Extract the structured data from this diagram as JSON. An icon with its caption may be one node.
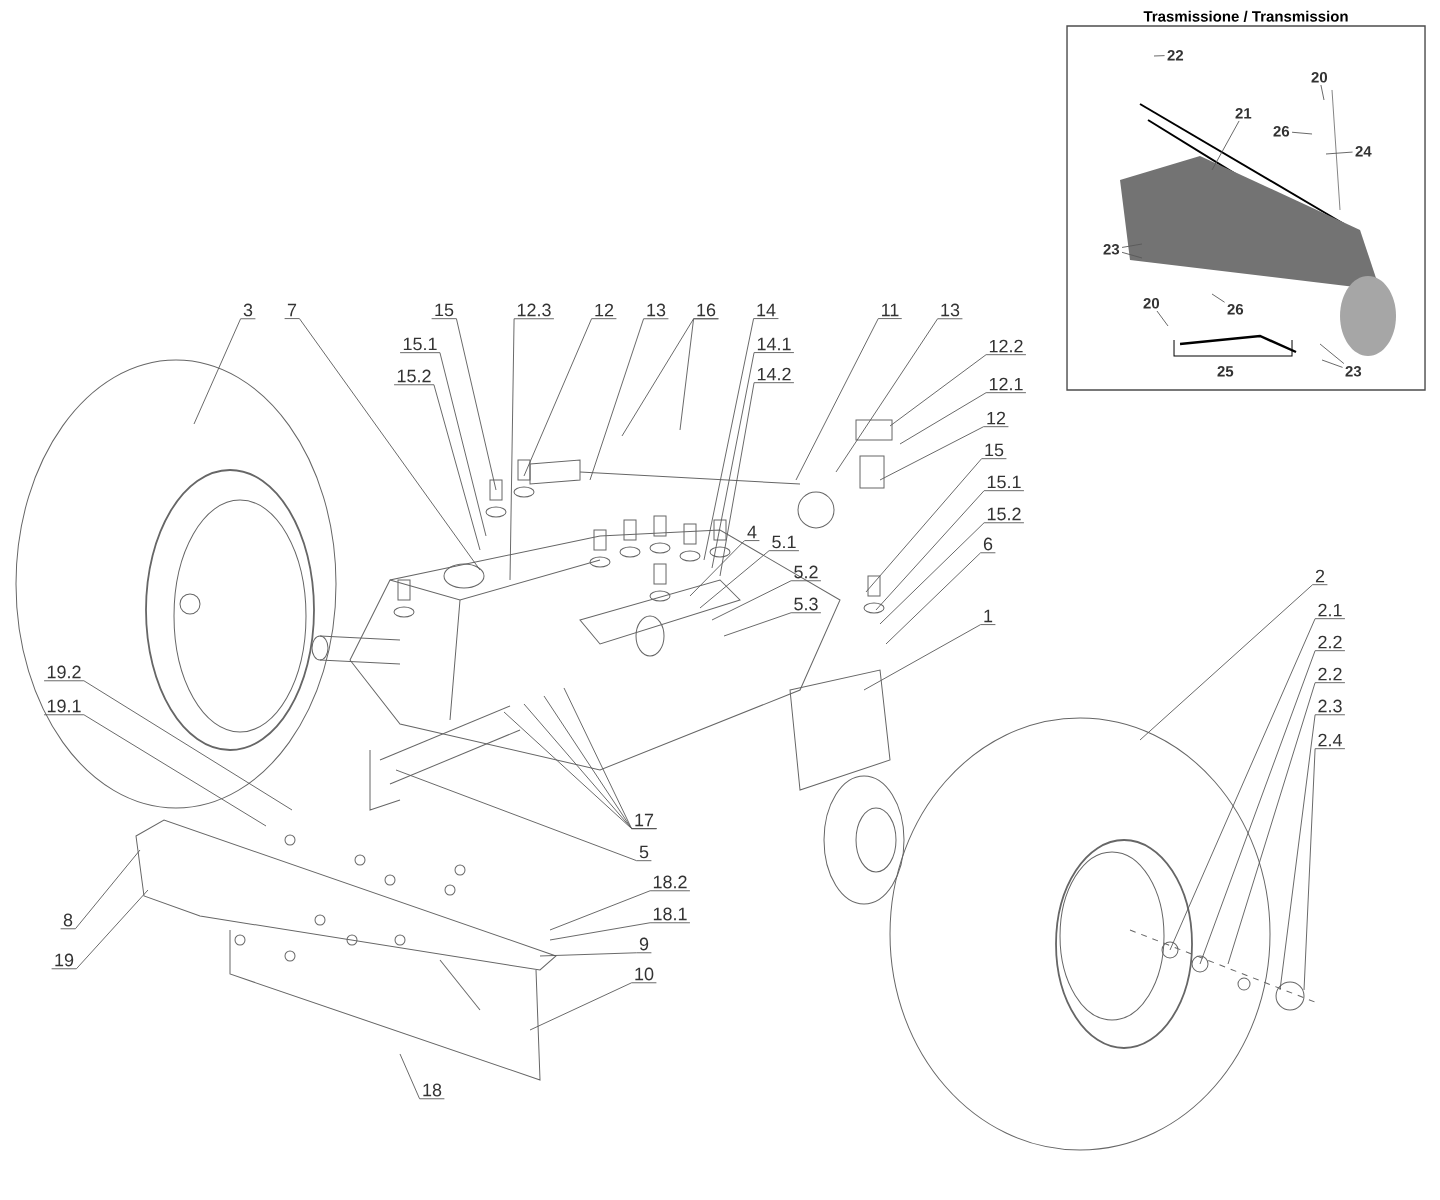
{
  "diagram": {
    "nodes": [
      {
        "text": [
          "Trasmissione / Transmission"
        ]
      },
      {
        "text": [
          "22"
        ],
        "in": 0
      },
      {
        "text": [
          "20"
        ],
        "in": 0
      },
      {
        "text": [
          "21"
        ],
        "in": 0
      },
      {
        "text": [
          "26"
        ],
        "in": 0
      },
      {
        "text": [
          "24"
        ],
        "in": 0
      },
      {
        "text": [
          "23"
        ],
        "in": 0
      },
      {
        "text": [
          "20"
        ],
        "in": 0
      },
      {
        "text": [
          "26"
        ],
        "in": 0
      },
      {
        "text": [
          "25"
        ],
        "in": 0
      },
      {
        "text": [
          "23"
        ],
        "in": 0
      },
      {
        "text": [
          "3"
        ]
      },
      {
        "text": [
          "7"
        ]
      },
      {
        "text": [
          "15"
        ]
      },
      {
        "text": [
          "12.3"
        ]
      },
      {
        "text": [
          "12"
        ]
      },
      {
        "text": [
          "13"
        ]
      },
      {
        "text": [
          "16"
        ]
      },
      {
        "text": [
          "14"
        ]
      },
      {
        "text": [
          "11"
        ]
      },
      {
        "text": [
          "13"
        ]
      },
      {
        "text": [
          "15.1"
        ]
      },
      {
        "text": [
          "14.1"
        ]
      },
      {
        "text": [
          "12.2"
        ]
      },
      {
        "text": [
          "15.2"
        ]
      },
      {
        "text": [
          "14.2"
        ]
      },
      {
        "text": [
          "12.1"
        ]
      },
      {
        "text": [
          "12"
        ]
      },
      {
        "text": [
          "15"
        ]
      },
      {
        "text": [
          "15.1"
        ]
      },
      {
        "text": [
          "15.2"
        ]
      },
      {
        "text": [
          "4"
        ]
      },
      {
        "text": [
          "5.1"
        ]
      },
      {
        "text": [
          "6"
        ]
      },
      {
        "text": [
          "5.2"
        ]
      },
      {
        "text": [
          "2"
        ]
      },
      {
        "text": [
          "5.3"
        ]
      },
      {
        "text": [
          "2.1"
        ]
      },
      {
        "text": [
          "1"
        ]
      },
      {
        "text": [
          "2.2"
        ]
      },
      {
        "text": [
          "19.2"
        ]
      },
      {
        "text": [
          "2.2"
        ]
      },
      {
        "text": [
          "19.1"
        ]
      },
      {
        "text": [
          "2.3"
        ]
      },
      {
        "text": [
          "2.4"
        ]
      },
      {
        "text": [
          "17"
        ]
      },
      {
        "text": [
          "5"
        ]
      },
      {
        "text": [
          "18.2"
        ]
      },
      {
        "text": [
          "18.1"
        ]
      },
      {
        "text": [
          "8"
        ]
      },
      {
        "text": [
          "9"
        ]
      },
      {
        "text": [
          "19"
        ]
      },
      {
        "text": [
          "10"
        ]
      },
      {
        "text": [
          "18"
        ]
      }
    ],
    "edges": [
      {
        "from": 1,
        "to": null,
        "arrow": "none"
      },
      {
        "from": 2,
        "to": null,
        "arrow": "none"
      },
      {
        "from": 3,
        "to": null,
        "arrow": "none"
      },
      {
        "from": 4,
        "to": null,
        "arrow": "none"
      },
      {
        "from": 5,
        "to": null,
        "arrow": "none"
      },
      {
        "from": 6,
        "to": null,
        "arrow": "none"
      },
      {
        "from": 6,
        "to": null,
        "arrow": "none"
      },
      {
        "from": 7,
        "to": null,
        "arrow": "none"
      },
      {
        "from": 8,
        "to": null,
        "arrow": "none"
      },
      {
        "from": 10,
        "to": null,
        "arrow": "none"
      },
      {
        "from": 10,
        "to": null,
        "arrow": "none"
      },
      {
        "from": 11,
        "to": null,
        "arrow": "none"
      },
      {
        "from": 12,
        "to": null,
        "arrow": "none"
      },
      {
        "from": 13,
        "to": null,
        "arrow": "none"
      },
      {
        "from": 14,
        "to": null,
        "arrow": "none"
      },
      {
        "from": 15,
        "to": null,
        "arrow": "none"
      },
      {
        "from": 16,
        "to": null,
        "arrow": "none"
      },
      {
        "from": 17,
        "to": null,
        "arrow": "none"
      },
      {
        "from": 17,
        "to": null,
        "arrow": "none"
      },
      {
        "from": 18,
        "to": null,
        "arrow": "none"
      },
      {
        "from": 19,
        "to": null,
        "arrow": "none"
      },
      {
        "from": 20,
        "to": null,
        "arrow": "none"
      },
      {
        "from": 21,
        "to": null,
        "arrow": "none"
      },
      {
        "from": 22,
        "to": null,
        "arrow": "none"
      },
      {
        "from": 23,
        "to": null,
        "arrow": "none"
      },
      {
        "from": 24,
        "to": null,
        "arrow": "none"
      },
      {
        "from": 25,
        "to": null,
        "arrow": "none"
      },
      {
        "from": 26,
        "to": null,
        "arrow": "none"
      },
      {
        "from": 27,
        "to": null,
        "arrow": "none"
      },
      {
        "from": 28,
        "to": null,
        "arrow": "none"
      },
      {
        "from": 29,
        "to": null,
        "arrow": "none"
      },
      {
        "from": 30,
        "to": null,
        "arrow": "none"
      },
      {
        "from": 31,
        "to": null,
        "arrow": "none"
      },
      {
        "from": 32,
        "to": null,
        "arrow": "none"
      },
      {
        "from": 33,
        "to": null,
        "arrow": "none"
      },
      {
        "from": 34,
        "to": null,
        "arrow": "none"
      },
      {
        "from": 35,
        "to": null,
        "arrow": "none"
      },
      {
        "from": 36,
        "to": null,
        "arrow": "none"
      },
      {
        "from": 37,
        "to": null,
        "arrow": "none"
      },
      {
        "from": 38,
        "to": null,
        "arrow": "none"
      },
      {
        "from": 39,
        "to": null,
        "arrow": "none"
      },
      {
        "from": 41,
        "to": null,
        "arrow": "none"
      },
      {
        "from": 40,
        "to": null,
        "arrow": "none"
      },
      {
        "from": 42,
        "to": null,
        "arrow": "none"
      },
      {
        "from": 43,
        "to": null,
        "arrow": "none"
      },
      {
        "from": 44,
        "to": null,
        "arrow": "none"
      },
      {
        "from": 45,
        "to": null,
        "arrow": "none"
      },
      {
        "from": 45,
        "to": null,
        "arrow": "none"
      },
      {
        "from": 45,
        "to": null,
        "arrow": "none"
      },
      {
        "from": 45,
        "to": null,
        "arrow": "none"
      },
      {
        "from": 46,
        "to": null,
        "arrow": "none"
      },
      {
        "from": 47,
        "to": null,
        "arrow": "none"
      },
      {
        "from": 48,
        "to": null,
        "arrow": "none"
      },
      {
        "from": 49,
        "to": null,
        "arrow": "none"
      },
      {
        "from": 50,
        "to": null,
        "arrow": "none"
      },
      {
        "from": 51,
        "to": null,
        "arrow": "none"
      },
      {
        "from": 52,
        "to": null,
        "arrow": "none"
      },
      {
        "from": 53,
        "to": null,
        "arrow": "none"
      }
    ]
  }
}
